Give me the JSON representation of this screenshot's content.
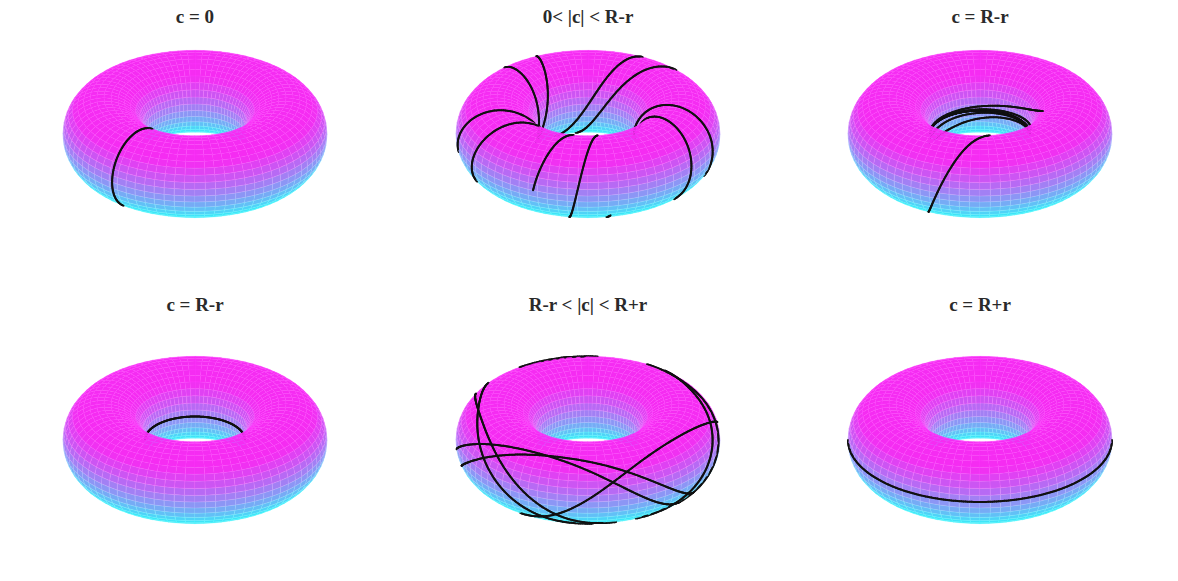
{
  "diagram": {
    "labels": [
      "c = 0",
      "0< |c| < R-r",
      "c = R-r",
      "c = R-r",
      "R-r < |c| < R+r",
      "c = R+r"
    ]
  }
}
